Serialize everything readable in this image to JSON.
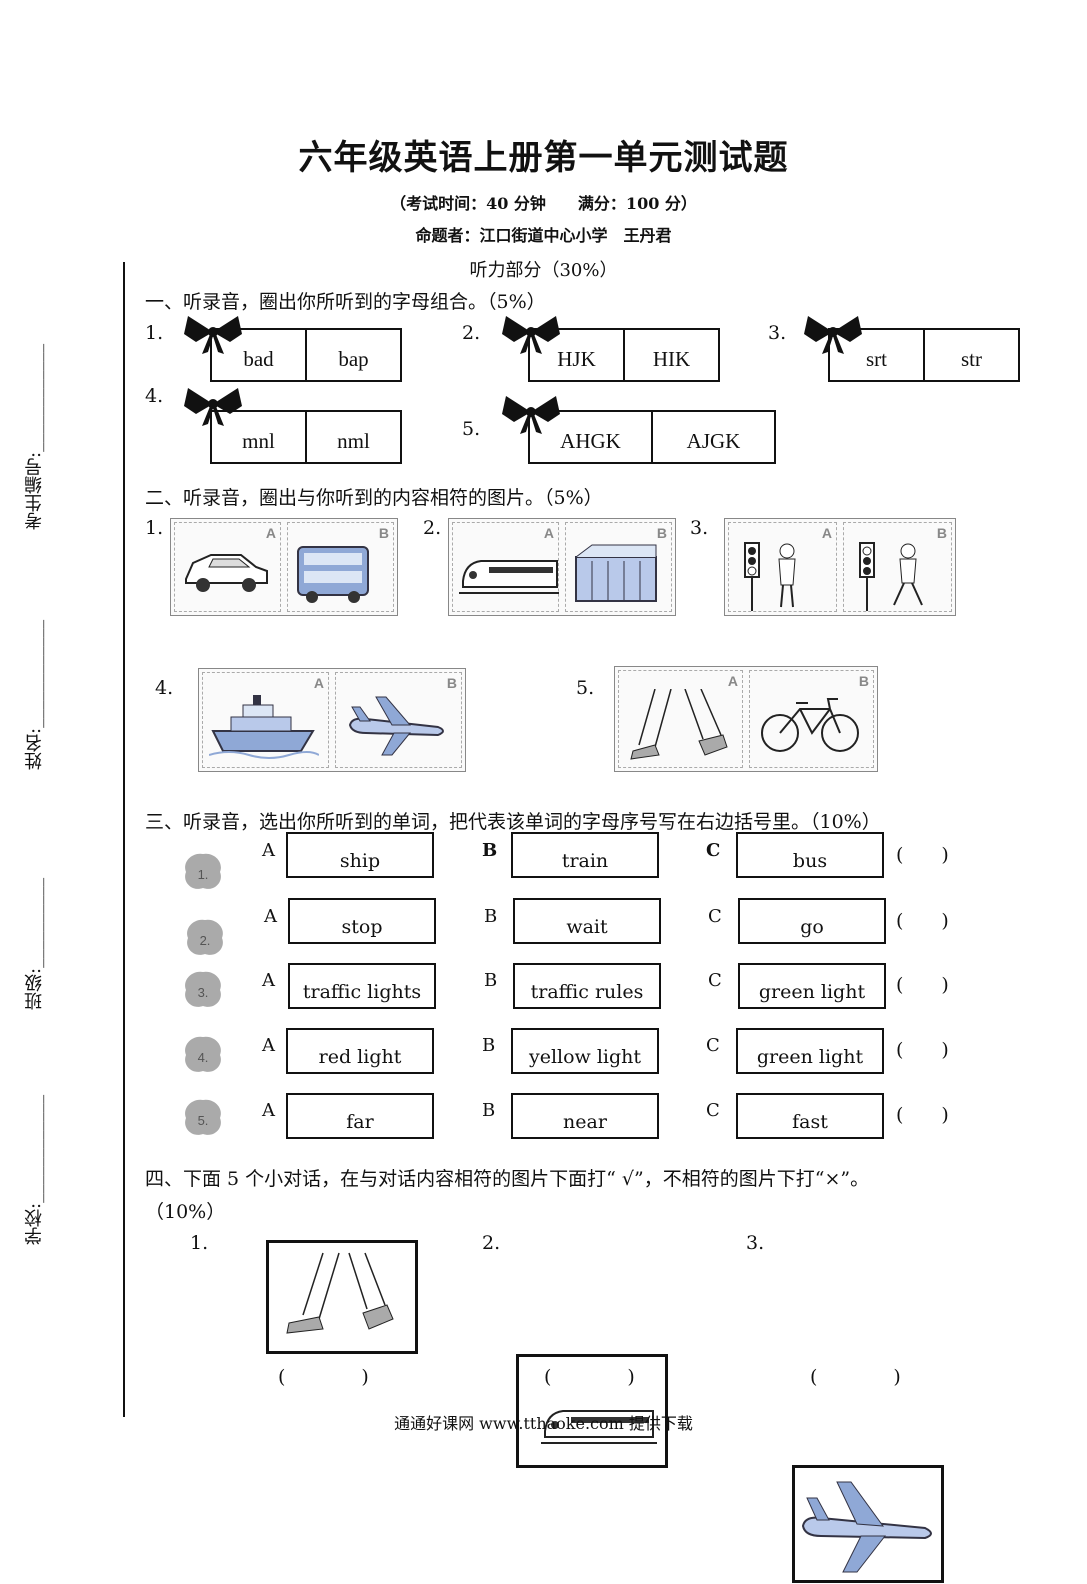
{
  "title": "六年级英语上册第一单元测试题",
  "exam_info": "（考试时间：40 分钟　　满分：100 分）",
  "author": "命题者：江口街道中心小学　王丹君",
  "listening": "听力部分（30%）",
  "side_labels": [
    "考生编号:",
    "姓名:",
    "班级:",
    "学校:"
  ],
  "section1": {
    "heading": "一、听录音，圈出你所听到的字母组合。（5%）",
    "items": [
      {
        "num": "1.",
        "a": "bad",
        "b": "bap"
      },
      {
        "num": "2.",
        "a": "HJK",
        "b": "HIK"
      },
      {
        "num": "3.",
        "a": "srt",
        "b": "str"
      },
      {
        "num": "4.",
        "a": "mnl",
        "b": "nml"
      },
      {
        "num": "5.",
        "a": "AHGK",
        "b": "AJGK"
      }
    ]
  },
  "section2": {
    "heading": "二、听录音，圈出与你听到的内容相符的图片。（5%）",
    "nums": [
      "1.",
      "2.",
      "3.",
      "4.",
      "5."
    ],
    "pictures": [
      {
        "a": "car",
        "b": "double-decker bus"
      },
      {
        "a": "train",
        "b": "subway station"
      },
      {
        "a": "boy at traffic light",
        "b": "boy crossing at traffic light"
      },
      {
        "a": "ship",
        "b": "plane"
      },
      {
        "a": "walking feet",
        "b": "bike"
      }
    ],
    "label_a": "A",
    "label_b": "B"
  },
  "section3": {
    "heading": "三、听录音，选出你所听到的单词，把代表该单词的字母序号写在右边括号里。（10%）",
    "letters": [
      "A",
      "B",
      "C"
    ],
    "paren": "(　　)",
    "rows": [
      {
        "num": "1.",
        "words": [
          "ship",
          "train",
          "bus"
        ]
      },
      {
        "num": "2.",
        "words": [
          "stop",
          "wait",
          "go"
        ]
      },
      {
        "num": "3.",
        "words": [
          "traffic lights",
          "traffic rules",
          "green light"
        ]
      },
      {
        "num": "4.",
        "words": [
          "red light",
          "yellow light",
          "green light"
        ]
      },
      {
        "num": "5.",
        "words": [
          "far",
          "near",
          "fast"
        ]
      }
    ]
  },
  "section4": {
    "heading": "四、下面 5 个小对话，在与对话内容相符的图片下面打“ √”，不相符的图片下打“×”。",
    "heading2": "（10%）",
    "items": [
      {
        "num": "1.",
        "picture": "walking feet"
      },
      {
        "num": "2.",
        "picture": "train"
      },
      {
        "num": "3.",
        "picture": "plane"
      }
    ],
    "paren": "(　　　　)"
  },
  "footer": "通通好课网 www.tthaoke.com 提供下载"
}
